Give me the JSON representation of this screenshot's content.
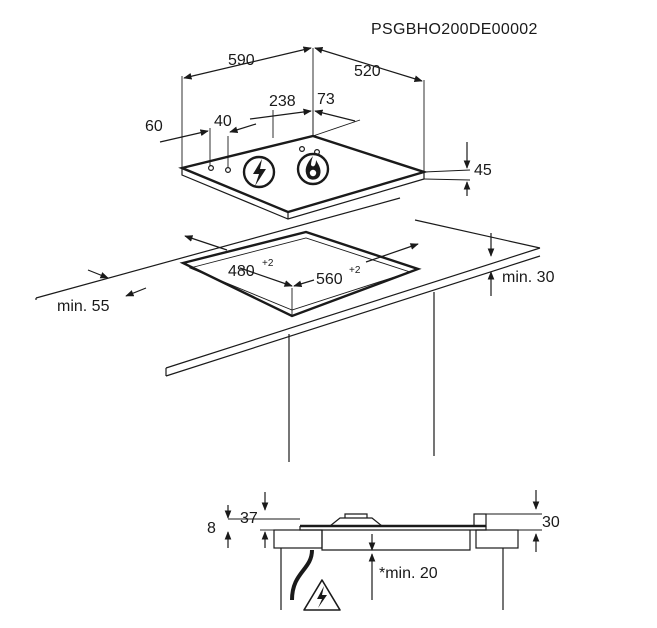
{
  "drawing": {
    "code": "PSGBHO200DE00002"
  },
  "dimensions": {
    "width": "590",
    "depth": "520",
    "panel_width": "238",
    "panel_depth": "73",
    "left_offset": "60",
    "knob_offset": "40",
    "height": "45",
    "cutout_width": "480",
    "cutout_width_tol": "+2",
    "cutout_depth": "560",
    "cutout_depth_tol": "+2",
    "min_front": "min. 55",
    "min_wall": "min. 30",
    "worktop": "8",
    "below_top": "37",
    "section_height": "30",
    "min_clearance": "*min. 20"
  }
}
